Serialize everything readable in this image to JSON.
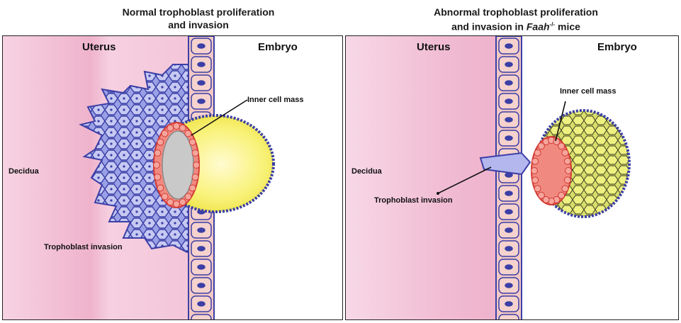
{
  "left_panel": {
    "title_line1": "Normal trophoblast proliferation",
    "title_line2": "and invasion",
    "uterus": "Uterus",
    "embryo": "Embryo",
    "decidua": "Decidua",
    "inner_cell_mass": "Inner cell mass",
    "trophoblast_invasion": "Trophoblast invasion"
  },
  "right_panel": {
    "title_line1": "Abnormal trophoblast proliferation",
    "title_line2_prefix": "and invasion in ",
    "title_gene": "Faah",
    "title_superscript": "-/-",
    "title_line2_suffix": " mice",
    "uterus": "Uterus",
    "embryo": "Embryo",
    "decidua": "Decidua",
    "inner_cell_mass": "Inner cell mass",
    "trophoblast_invasion": "Trophoblast invasion"
  },
  "colors": {
    "decidua_pink": "#f2bfd6",
    "epithelium_pink": "#f3c9c5",
    "cell_outline_blue": "#3b3fa6",
    "trophoblast_blue": "#7c82d8",
    "blastocoel_yellow": "#f7ef6a",
    "icm_red": "#e0463e",
    "icm_gray": "#c9c9c9",
    "abnormal_embryo_green": "#c9d24a"
  }
}
